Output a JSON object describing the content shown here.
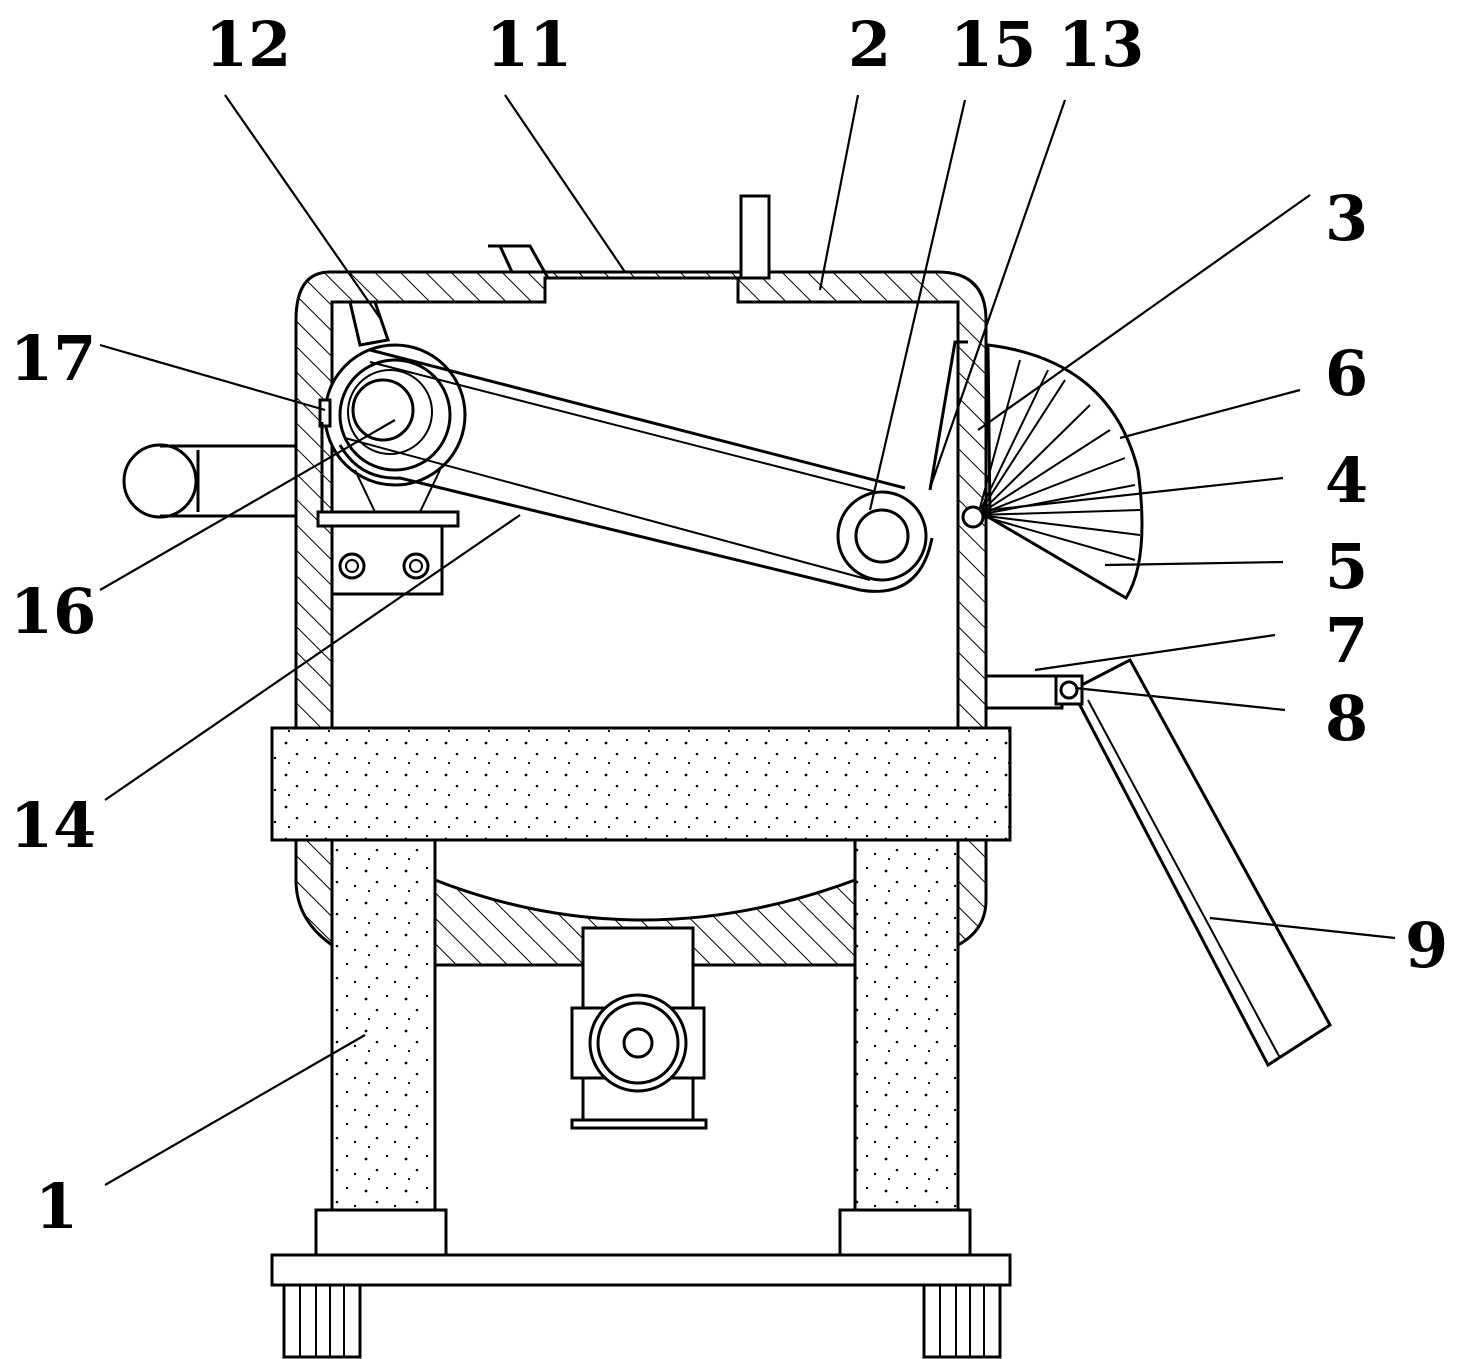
{
  "callouts": [
    {
      "id": "12",
      "text": "12"
    },
    {
      "id": "11",
      "text": "11"
    },
    {
      "id": "2",
      "text": "2"
    },
    {
      "id": "15",
      "text": "15"
    },
    {
      "id": "13",
      "text": "13"
    },
    {
      "id": "3",
      "text": "3"
    },
    {
      "id": "17",
      "text": "17"
    },
    {
      "id": "6",
      "text": "6"
    },
    {
      "id": "4",
      "text": "4"
    },
    {
      "id": "16",
      "text": "16"
    },
    {
      "id": "5",
      "text": "5"
    },
    {
      "id": "7",
      "text": "7"
    },
    {
      "id": "8",
      "text": "8"
    },
    {
      "id": "14",
      "text": "14"
    },
    {
      "id": "9",
      "text": "9"
    },
    {
      "id": "1",
      "text": "1"
    }
  ]
}
